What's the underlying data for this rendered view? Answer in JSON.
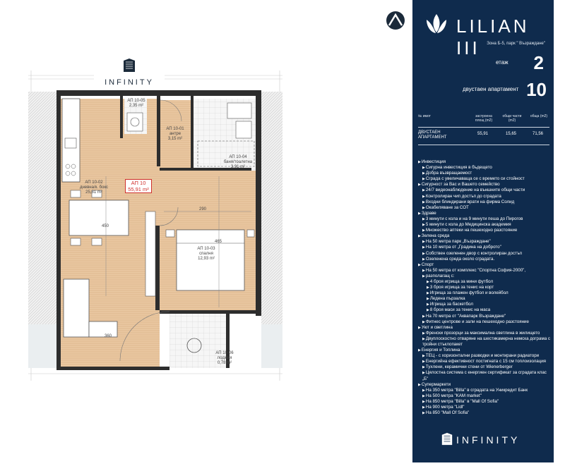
{
  "plan": {
    "logo_text": "INFINITY",
    "rooms": [
      {
        "id": "entry",
        "code": "АП 10-01",
        "name": "антре",
        "area": "3,15 m²"
      },
      {
        "id": "living",
        "code": "АП 10-02",
        "name": "дневна/к. бокс",
        "area": "25,81 m²"
      },
      {
        "id": "bath",
        "code": "АП 10-04",
        "name": "баня/тоалетна",
        "area": "3,91 m²"
      },
      {
        "id": "bedroom",
        "code": "АП 10-03",
        "name": "спалня",
        "area": "12,93 m²"
      },
      {
        "id": "loggia",
        "code": "АП 10-06",
        "name": "лоджия",
        "area": "0,78 m²"
      },
      {
        "id": "wc",
        "code": "АП 10-05",
        "name": "",
        "area": "2,35 m²"
      }
    ],
    "apt_tag": {
      "code": "АП 10",
      "area": "55,91 m²"
    },
    "dims": {
      "bed_width": "290",
      "bed_height": "465",
      "living_height": "450",
      "living_width": "360"
    }
  },
  "brand": {
    "name": "LILIAN III",
    "zone": "Зона Б-5, парк \" Възраждане\"",
    "floor_label": "етаж",
    "floor_value": "2",
    "apt_type_label": "двустаен апартамент",
    "apt_number": "10"
  },
  "table": {
    "headers": [
      "№ имот",
      "застроена площ (m2)",
      "общи части (m2)",
      "обща (m2)"
    ],
    "row": {
      "type": "ДВУСТАЕН АПАРТАМЕНТ",
      "built": "55,91",
      "common": "15,65",
      "total": "71,56"
    }
  },
  "features": [
    {
      "level": "h",
      "text": "Инвестиция"
    },
    {
      "level": "l1",
      "text": "Сигурна инвестиция в бъдещето"
    },
    {
      "level": "l1",
      "text": "Добра възвращаемост"
    },
    {
      "level": "l1",
      "text": "Сграда с увеличаваща се с времето си стойност"
    },
    {
      "level": "h",
      "text": "Сигурност за Вас и Вашето семейство"
    },
    {
      "level": "l1",
      "text": "24/7 видеонаблюдение на външните общи части"
    },
    {
      "level": "l1",
      "text": "Контролиран чип достъп до сградата"
    },
    {
      "level": "l1",
      "text": "Входни блиндирани врати на фирма Солид"
    },
    {
      "level": "l1",
      "text": "Окабеляване за СОТ"
    },
    {
      "level": "h",
      "text": "Здраве"
    },
    {
      "level": "l1",
      "text": "3 минути с кола и на 9 минути пеша до Пирогов"
    },
    {
      "level": "l1",
      "text": "5 минути с кола до Медицинска академия"
    },
    {
      "level": "l1",
      "text": "Множество аптеки на пешеходно разстояние"
    },
    {
      "level": "h",
      "text": "Зелена среда"
    },
    {
      "level": "l1",
      "text": "На 50 метра парк „Възраждане\""
    },
    {
      "level": "l1",
      "text": "На 10 метра от „Градина на доброто\""
    },
    {
      "level": "l1",
      "text": "Собствен озеленен двор с контролиран достъп"
    },
    {
      "level": "l1",
      "text": "Озеленена среда около сградата."
    },
    {
      "level": "h",
      "text": "Спорт"
    },
    {
      "level": "l1",
      "text": "На 50 метра от комплекс \"Спортна София-2000\","
    },
    {
      "level": "l1",
      "text": "разполагащ с:"
    },
    {
      "level": "l2",
      "text": "4 броя игрища за мини футбол"
    },
    {
      "level": "l2",
      "text": "3 броя игрища за тенис на корт"
    },
    {
      "level": "l2",
      "text": "Игрища за плажен футбол и волейбол"
    },
    {
      "level": "l2",
      "text": "Ледена пързалка"
    },
    {
      "level": "l2",
      "text": "Игрища за баскетбол"
    },
    {
      "level": "l2",
      "text": "8 броя маси за тенис на маса"
    },
    {
      "level": "l1",
      "text": "На 70 метра от \"Аквапарк Възраждане\""
    },
    {
      "level": "l1",
      "text": "Фитнес центрове и зали на пешеходно разстояние"
    },
    {
      "level": "h",
      "text": "Уют и светлина"
    },
    {
      "level": "l1",
      "text": "Френски прозорци за максимална светлина в жилището"
    },
    {
      "level": "l1",
      "text": "Двуплоскостно отваряне на шестикамерна немска дограма с тройни стъклопакет"
    },
    {
      "level": "h",
      "text": "Енергия и Топлина"
    },
    {
      "level": "l1",
      "text": "ТЕЦ - с хоризонтални разводки и монтирани радиатори"
    },
    {
      "level": "l1",
      "text": "Енергийна ефективност постигната с 15 см топлоизолация"
    },
    {
      "level": "l1",
      "text": "Тухлени, керамични стени от Wienerberger"
    },
    {
      "level": "l1",
      "text": "Цялостна система с енергиен сертификат за сградата клас „Б\""
    },
    {
      "level": "h",
      "text": "Супермаркети"
    },
    {
      "level": "l1",
      "text": "На 350 метра \"Billa\" в сградата на Уникредит Банк"
    },
    {
      "level": "l1",
      "text": "На 500 метра \"KAM market\""
    },
    {
      "level": "l1",
      "text": "На 850 метра \"Billa\" в \"Mall Of Sofia\""
    },
    {
      "level": "l1",
      "text": "На 900 метра \"Lidl\""
    },
    {
      "level": "l1",
      "text": "На 850 \"Mall Of Sofia\""
    }
  ],
  "footer": {
    "logo_text": "INFINITY"
  },
  "colors": {
    "panel_bg": "#0f2b4d",
    "accent_red": "#d0312d",
    "wood": "#e9c9a4"
  }
}
